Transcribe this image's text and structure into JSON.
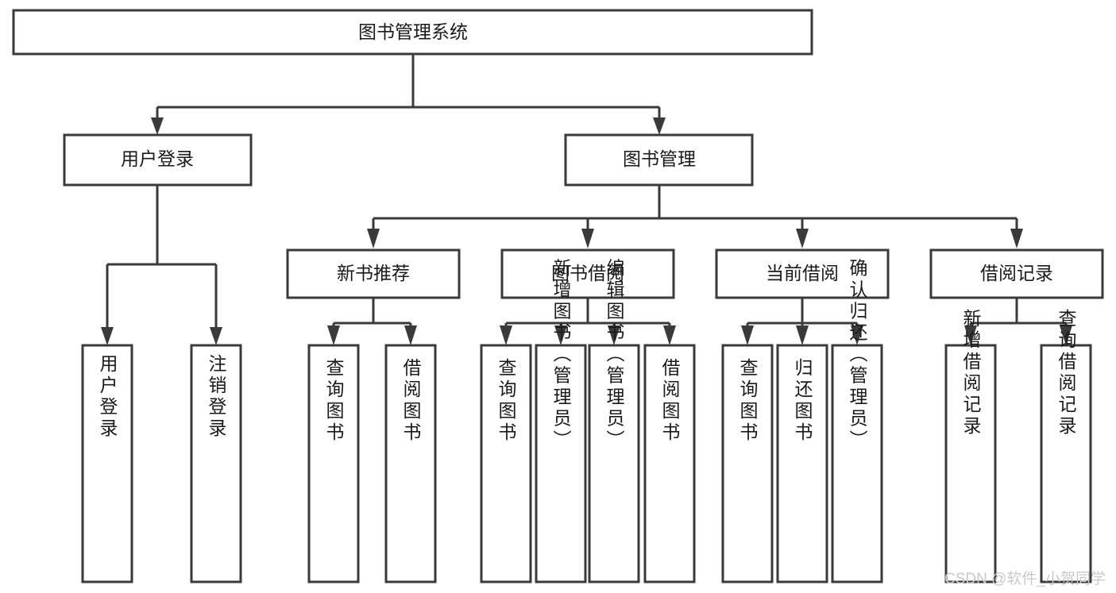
{
  "diagram": {
    "title": "图书管理系统",
    "type": "tree-hierarchy-chart",
    "root": {
      "id": "root",
      "label": "图书管理系统"
    },
    "level2": [
      {
        "id": "user-login",
        "label": "用户登录"
      },
      {
        "id": "book-manage",
        "label": "图书管理"
      }
    ],
    "level3": [
      {
        "id": "new-book-rec",
        "label": "新书推荐",
        "parent": "book-manage"
      },
      {
        "id": "book-borrow",
        "label": "图书借阅",
        "parent": "book-manage"
      },
      {
        "id": "current-borrow",
        "label": "当前借阅",
        "parent": "book-manage"
      },
      {
        "id": "borrow-record",
        "label": "借阅记录",
        "parent": "book-manage"
      }
    ],
    "leaves": [
      {
        "id": "leaf-user-login",
        "label": "用户登录",
        "parent": "user-login"
      },
      {
        "id": "leaf-logout-login",
        "label": "注销登录",
        "parent": "user-login"
      },
      {
        "id": "leaf-query-book-1",
        "label": "查询图书",
        "parent": "new-book-rec"
      },
      {
        "id": "leaf-borrow-book-1",
        "label": "借阅图书",
        "parent": "new-book-rec"
      },
      {
        "id": "leaf-query-book-2",
        "label": "查询图书",
        "parent": "book-borrow"
      },
      {
        "id": "leaf-add-book",
        "label": "新增图书（管理员）",
        "parent": "book-borrow"
      },
      {
        "id": "leaf-edit-book",
        "label": "编辑图书（管理员）",
        "parent": "book-borrow"
      },
      {
        "id": "leaf-borrow-book-2",
        "label": "借阅图书",
        "parent": "book-borrow"
      },
      {
        "id": "leaf-query-book-3",
        "label": "查询图书",
        "parent": "current-borrow"
      },
      {
        "id": "leaf-return-book",
        "label": "归还图书",
        "parent": "current-borrow"
      },
      {
        "id": "leaf-confirm-return",
        "label": "确认归还（管理员）",
        "parent": "current-borrow"
      },
      {
        "id": "leaf-add-record",
        "label": "新增借阅记录",
        "parent": "borrow-record"
      },
      {
        "id": "leaf-query-record",
        "label": "查询借阅记录",
        "parent": "borrow-record"
      }
    ],
    "colors": {
      "box_stroke": "#3a3a3a",
      "box_fill": "#ffffff",
      "text": "#1a1a1a",
      "connector": "#3a3a3a",
      "watermark": "#c9c9c9",
      "background": "#ffffff"
    }
  },
  "watermark": {
    "text": "CSDN @软件_小贺同学"
  }
}
